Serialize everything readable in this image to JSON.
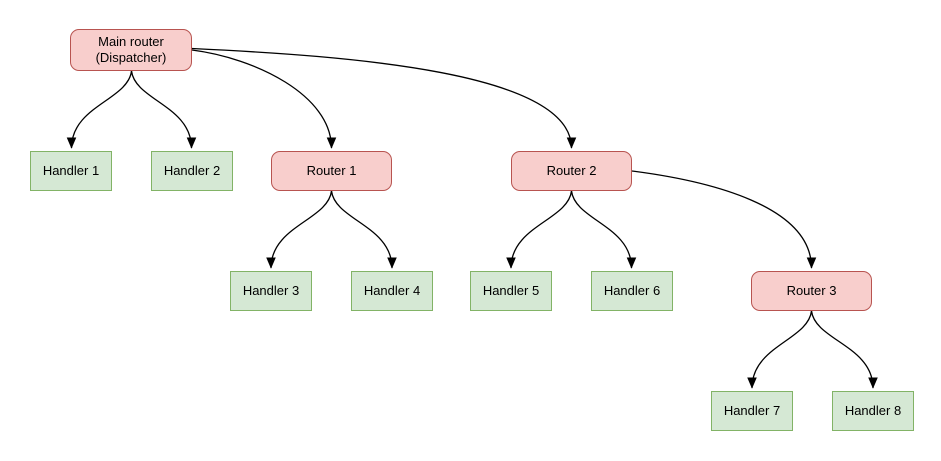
{
  "diagram": {
    "background": "#ffffff",
    "nodes": [
      {
        "id": "main-router",
        "label": "Main router\n(Dispatcher)",
        "kind": "router"
      },
      {
        "id": "handler-1",
        "label": "Handler 1",
        "kind": "handler"
      },
      {
        "id": "handler-2",
        "label": "Handler 2",
        "kind": "handler"
      },
      {
        "id": "router-1",
        "label": "Router 1",
        "kind": "router"
      },
      {
        "id": "router-2",
        "label": "Router 2",
        "kind": "router"
      },
      {
        "id": "handler-3",
        "label": "Handler 3",
        "kind": "handler"
      },
      {
        "id": "handler-4",
        "label": "Handler 4",
        "kind": "handler"
      },
      {
        "id": "handler-5",
        "label": "Handler 5",
        "kind": "handler"
      },
      {
        "id": "handler-6",
        "label": "Handler 6",
        "kind": "handler"
      },
      {
        "id": "router-3",
        "label": "Router 3",
        "kind": "router"
      },
      {
        "id": "handler-7",
        "label": "Handler 7",
        "kind": "handler"
      },
      {
        "id": "handler-8",
        "label": "Handler 8",
        "kind": "handler"
      }
    ],
    "edges": [
      {
        "from": "main-router",
        "to": "handler-1"
      },
      {
        "from": "main-router",
        "to": "handler-2"
      },
      {
        "from": "main-router",
        "to": "router-1"
      },
      {
        "from": "main-router",
        "to": "router-2"
      },
      {
        "from": "router-1",
        "to": "handler-3"
      },
      {
        "from": "router-1",
        "to": "handler-4"
      },
      {
        "from": "router-2",
        "to": "handler-5"
      },
      {
        "from": "router-2",
        "to": "handler-6"
      },
      {
        "from": "router-2",
        "to": "router-3"
      },
      {
        "from": "router-3",
        "to": "handler-7"
      },
      {
        "from": "router-3",
        "to": "handler-8"
      }
    ],
    "colors": {
      "router_fill": "#f8cecc",
      "router_border": "#b85450",
      "handler_fill": "#d5e8d4",
      "handler_border": "#82b366",
      "edge": "#000000",
      "text": "#000000"
    }
  }
}
